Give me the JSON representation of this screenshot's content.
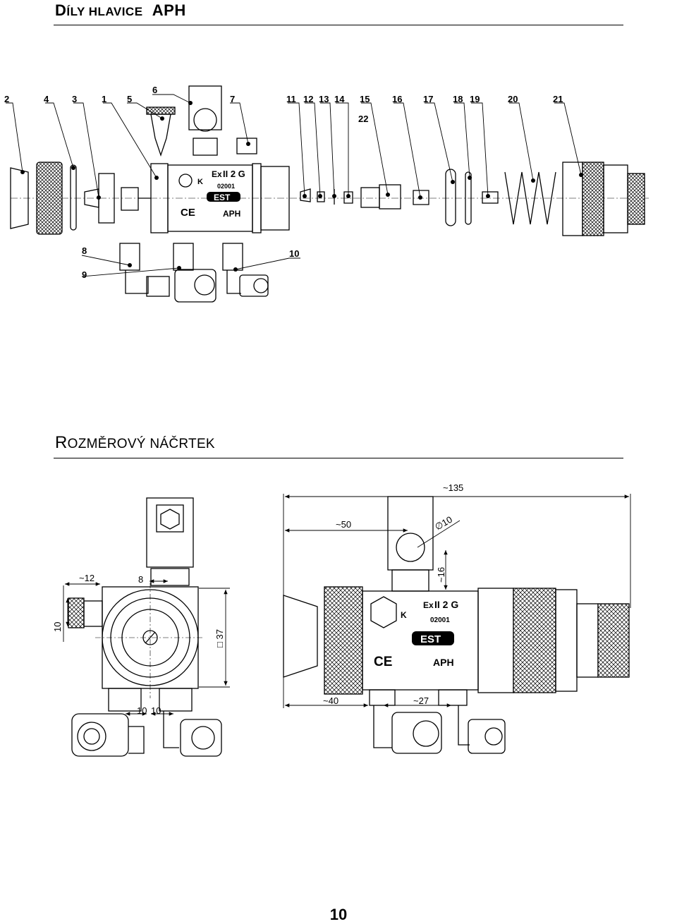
{
  "section_parts": {
    "title_big_1": "D",
    "title_small": "ÍLY HLAVICE",
    "title_big_2": "APH"
  },
  "section_sketch": {
    "title_big_1": "R",
    "title_small": "OZMĚROVÝ NÁČRTEK"
  },
  "part_labels": [
    "2",
    "4",
    "3",
    "1",
    "5",
    "6",
    "7",
    "11",
    "12",
    "13",
    "14",
    "15",
    "22",
    "16",
    "17",
    "18",
    "19",
    "20",
    "21",
    "8",
    "9",
    "10"
  ],
  "body_markings": {
    "cert": "II 2 G",
    "ex": "Ex",
    "serial": "02001",
    "brand": "EST",
    "ce": "CE",
    "model": "APH",
    "k": "K"
  },
  "dimensions": {
    "d135": "~135",
    "d50": "~50",
    "d10dia": "∅10",
    "d16": "~16",
    "d12": "~12",
    "d8": "8",
    "d10": "10",
    "d37": "□ 37",
    "d10a": "10",
    "d10b": "10",
    "d40": "~40",
    "d27": "~27"
  },
  "page_number": "10"
}
